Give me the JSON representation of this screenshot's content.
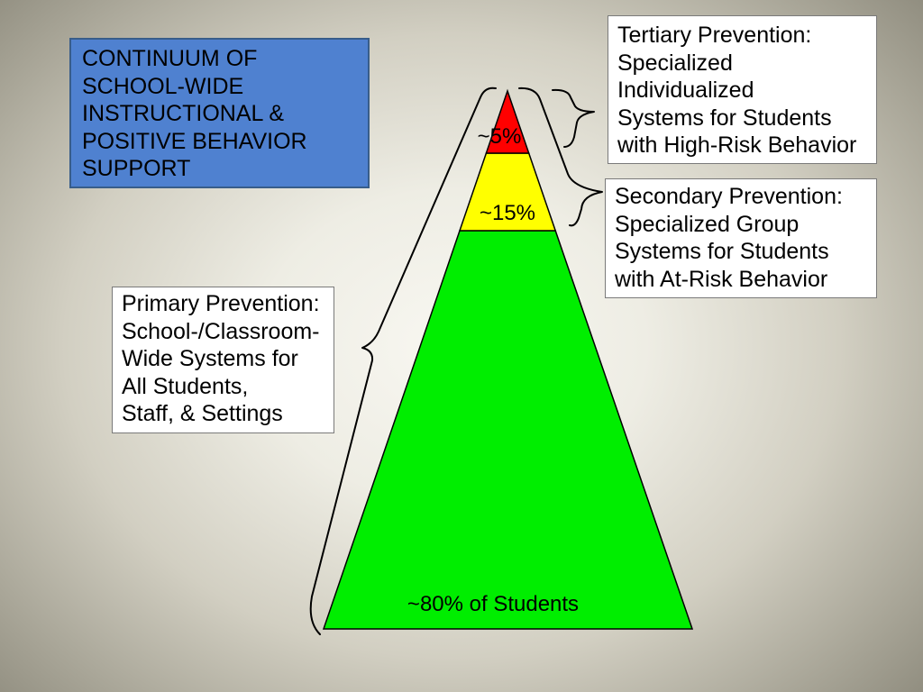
{
  "slide": {
    "title_box": {
      "lines": [
        "CONTINUUM OF",
        "SCHOOL-WIDE",
        "INSTRUCTIONAL &",
        "POSITIVE BEHAVIOR",
        "SUPPORT"
      ]
    },
    "tertiary": {
      "lines": [
        "Tertiary Prevention:",
        "Specialized",
        "Individualized",
        "Systems for Students",
        "with High-Risk Behavior"
      ]
    },
    "secondary": {
      "lines": [
        "Secondary Prevention:",
        "Specialized Group",
        "Systems for Students",
        "with At-Risk Behavior"
      ]
    },
    "primary": {
      "lines": [
        "Primary Prevention:",
        "School-/Classroom-",
        "Wide Systems for",
        "All Students,",
        "Staff, & Settings"
      ]
    },
    "pyramid": {
      "top_label": "~5%",
      "middle_label": "~15%",
      "bottom_label": "~80% of Students"
    }
  },
  "colors": {
    "title_box_fill": "#4f81d0",
    "tier_top": "#ff0000",
    "tier_middle": "#ffff00",
    "tier_bottom": "#00ee00"
  }
}
